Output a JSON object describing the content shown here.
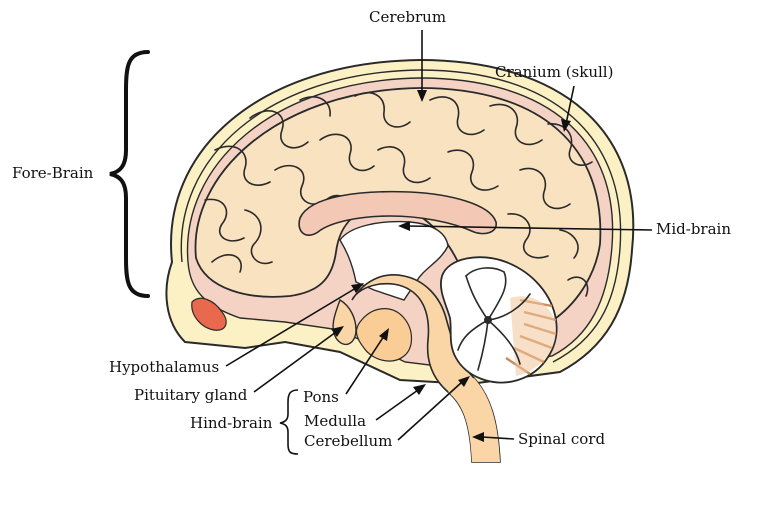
{
  "labels": {
    "cerebrum": "Cerebrum",
    "cranium": "Cranium (skull)",
    "fore_brain": "Fore-Brain",
    "mid_brain": "Mid-brain",
    "hypothalamus": "Hypothalamus",
    "pituitary_gland": "Pituitary gland",
    "hind_brain": "Hind-brain",
    "pons": "Pons",
    "medulla": "Medulla",
    "cerebellum": "Cerebellum",
    "spinal_cord": "Spinal cord"
  },
  "colors": {
    "skull": "#fbf1c4",
    "meninges": "#f4d3c4",
    "cerebrum": "#f8e2bf",
    "corpus_callosum": "#f3c8b4",
    "brainstem": "#fad6a6",
    "cerebellum_folia": "#f0c49a",
    "accent_red": "#e8694e",
    "line": "#111111"
  }
}
